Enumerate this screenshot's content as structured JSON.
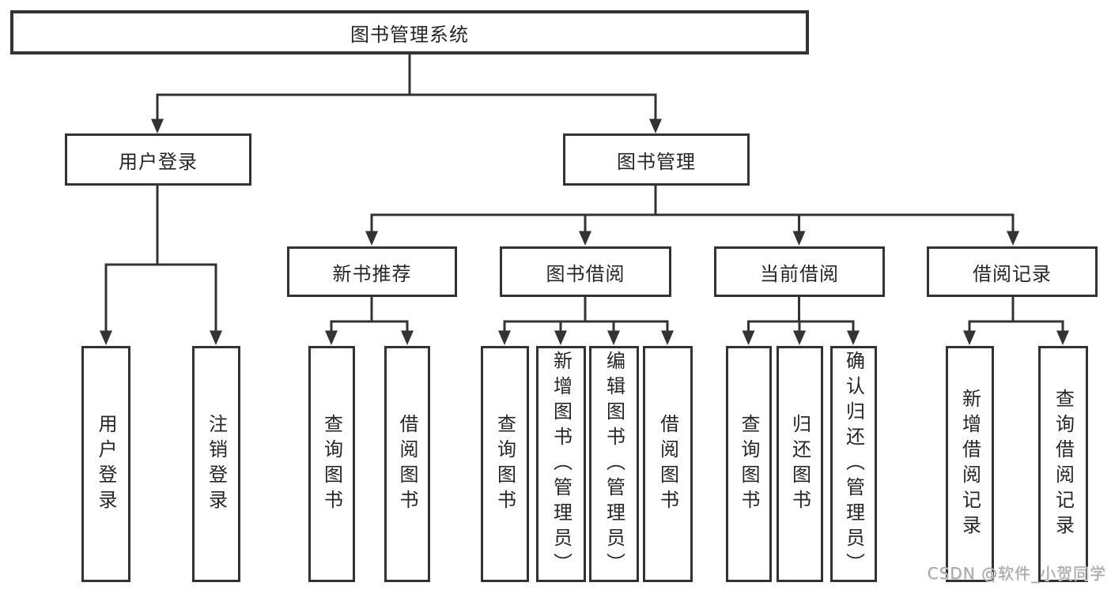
{
  "diagram": {
    "root": {
      "label": "图书管理系统"
    },
    "level1": [
      {
        "label": "用户登录"
      },
      {
        "label": "图书管理"
      }
    ],
    "level2": [
      {
        "label": "新书推荐"
      },
      {
        "label": "图书借阅"
      },
      {
        "label": "当前借阅"
      },
      {
        "label": "借阅记录"
      }
    ],
    "leaves": {
      "login": [
        "用户登录",
        "注销登录"
      ],
      "newbook": [
        "查询图书",
        "借阅图书"
      ],
      "borrow": [
        "查询图书",
        "新增图书（管理员）",
        "编辑图书（管理员）",
        "借阅图书"
      ],
      "current": [
        "查询图书",
        "归还图书",
        "确认归还（管理员）"
      ],
      "records": [
        "新增借阅记录",
        "查询借阅记录"
      ]
    },
    "colors": {
      "line": "#333333",
      "text": "#262626",
      "watermark": "#a8a8a8"
    }
  },
  "watermark": {
    "text": "CSDN @软件_小贺同学"
  }
}
